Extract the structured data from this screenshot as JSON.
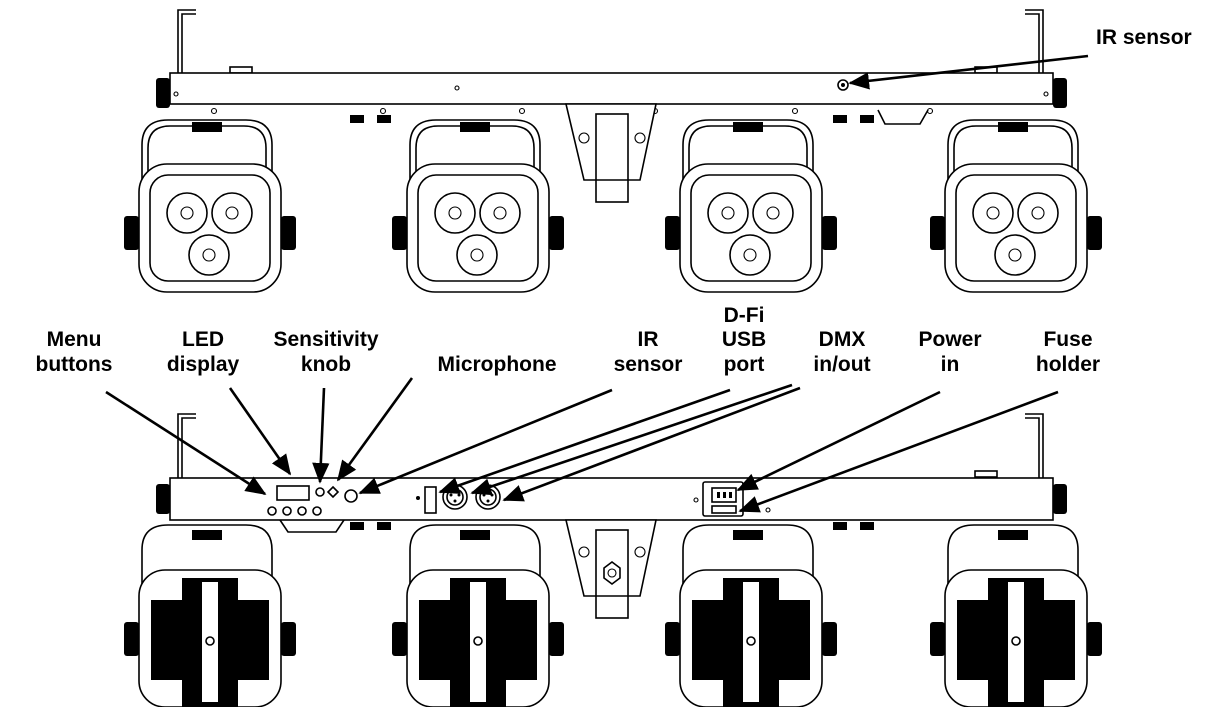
{
  "labels": {
    "ir_sensor_top": "IR sensor",
    "menu_buttons": [
      "Menu",
      "buttons"
    ],
    "led_display": [
      "LED",
      "display"
    ],
    "sensitivity_knob": [
      "Sensitivity",
      "knob"
    ],
    "microphone": "Microphone",
    "ir_sensor": [
      "IR",
      "sensor"
    ],
    "dfi_usb_port": [
      "D-Fi",
      "USB",
      "port"
    ],
    "dmx_in_out": [
      "DMX",
      "in/out"
    ],
    "power_in": [
      "Power",
      "in"
    ],
    "fuse_holder": [
      "Fuse",
      "holder"
    ]
  },
  "colors": {
    "ink": "#000000",
    "paper": "#ffffff"
  }
}
